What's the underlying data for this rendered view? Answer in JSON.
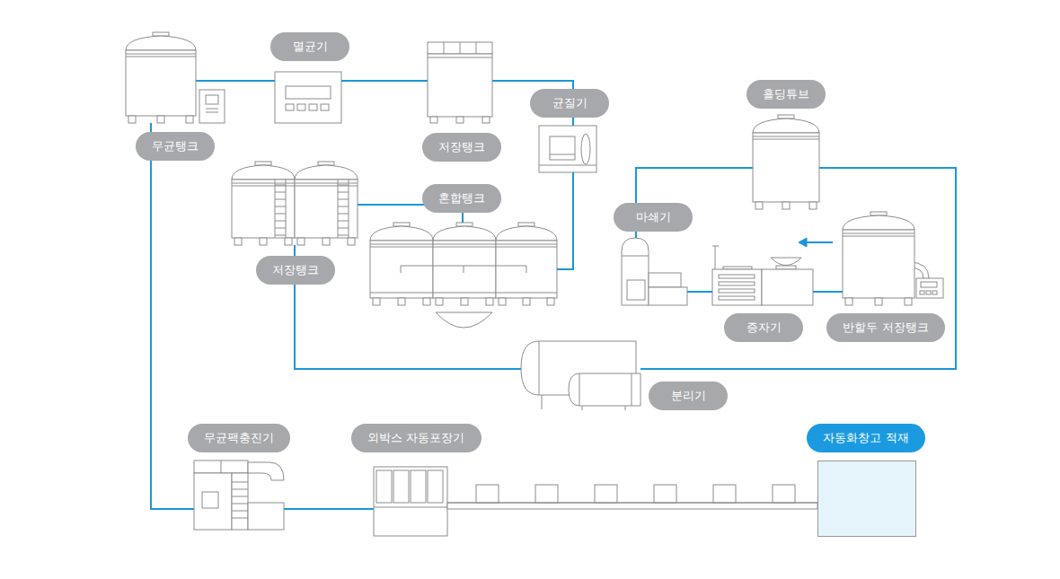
{
  "diagram": {
    "nodes": [
      {
        "text": [
          "무균탱크"
        ]
      },
      {
        "text": [
          "멸균기"
        ]
      },
      {
        "text": [
          "저장탱크"
        ]
      },
      {
        "text": [
          "균질기"
        ]
      },
      {
        "text": [
          "흘딩튜브"
        ]
      },
      {
        "text": [
          "저장탱크"
        ]
      },
      {
        "text": [
          "혼합탱크"
        ]
      },
      {
        "text": [
          "마쇄기"
        ]
      },
      {
        "text": [
          "증자기"
        ]
      },
      {
        "text": [
          "반할두 저장탱크"
        ]
      },
      {
        "text": [
          "분리기"
        ]
      },
      {
        "text": [
          "무균팩충진기"
        ]
      },
      {
        "text": [
          "외박스 자동포장기"
        ]
      },
      {
        "text": [
          "자동화창고 적재"
        ]
      }
    ],
    "edges": [
      {
        "from": 9,
        "to": 8,
        "arrow": "none"
      },
      {
        "from": 8,
        "to": 7,
        "arrow": "none"
      },
      {
        "from": 7,
        "to": 4,
        "arrow": "none"
      },
      {
        "from": 4,
        "to": 10,
        "arrow": "none"
      },
      {
        "from": 10,
        "to": 5,
        "arrow": "none"
      },
      {
        "from": 5,
        "to": 6,
        "arrow": "none"
      },
      {
        "from": 6,
        "to": 3,
        "arrow": "none"
      },
      {
        "from": 3,
        "to": 2,
        "arrow": "none"
      },
      {
        "from": 2,
        "to": 1,
        "arrow": "none"
      },
      {
        "from": 1,
        "to": 0,
        "arrow": "none"
      },
      {
        "from": 0,
        "to": 11,
        "arrow": "none"
      },
      {
        "from": 11,
        "to": 12,
        "arrow": "none"
      },
      {
        "from": 12,
        "to": 13,
        "arrow": "none"
      }
    ]
  }
}
